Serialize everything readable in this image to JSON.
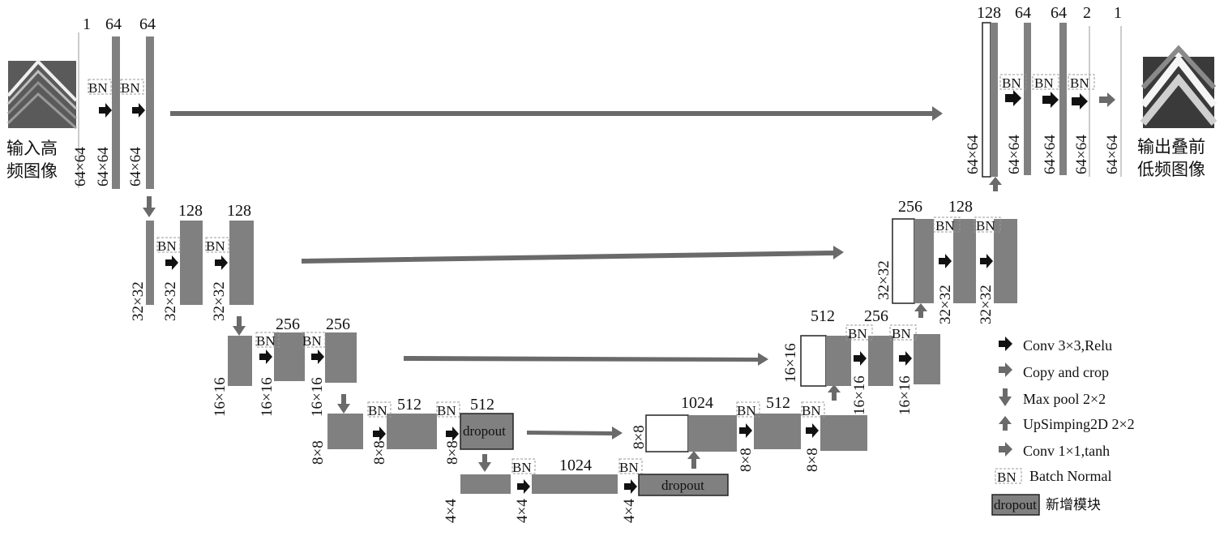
{
  "input_caption": [
    "输入高",
    "频图像"
  ],
  "output_caption": [
    "输出叠前",
    "低频图像"
  ],
  "channels": {
    "enc1": [
      "1",
      "64",
      "64"
    ],
    "enc2": [
      "128",
      "128"
    ],
    "enc3": [
      "256",
      "256"
    ],
    "enc4": [
      "512",
      "512"
    ],
    "bottleneck": "1024",
    "bottleneck_up": "1024",
    "dec4": "512",
    "dec3": [
      "512",
      "256"
    ],
    "dec2": [
      "256",
      "128"
    ],
    "dec1": [
      "128",
      "64",
      "64",
      "2",
      "1"
    ]
  },
  "sizes": {
    "s64": "64×64",
    "s32": "32×32",
    "s16": "16×16",
    "s8": "8×8",
    "s4": "4×4"
  },
  "bn_label": "BN",
  "dropout_label": "dropout",
  "legend": [
    {
      "icon": "conv-relu-arrow",
      "label": "Conv 3×3,Relu"
    },
    {
      "icon": "copy-crop-arrow",
      "label": "Copy and crop"
    },
    {
      "icon": "max-pool-arrow",
      "label": "Max pool 2×2"
    },
    {
      "icon": "upsampling-arrow",
      "label": "UpSimping2D 2×2"
    },
    {
      "icon": "conv-tanh-arrow",
      "label": "Conv 1×1,tanh"
    },
    {
      "icon": "bn-box",
      "label": "Batch Normal"
    },
    {
      "icon": "dropout-box",
      "label": "新增模块"
    }
  ],
  "colors": {
    "block": "#808080",
    "block_dark": "#6e6e6e",
    "arrow_black": "#111111",
    "arrow_gray": "#6a6a6a",
    "outline": "#222222"
  }
}
